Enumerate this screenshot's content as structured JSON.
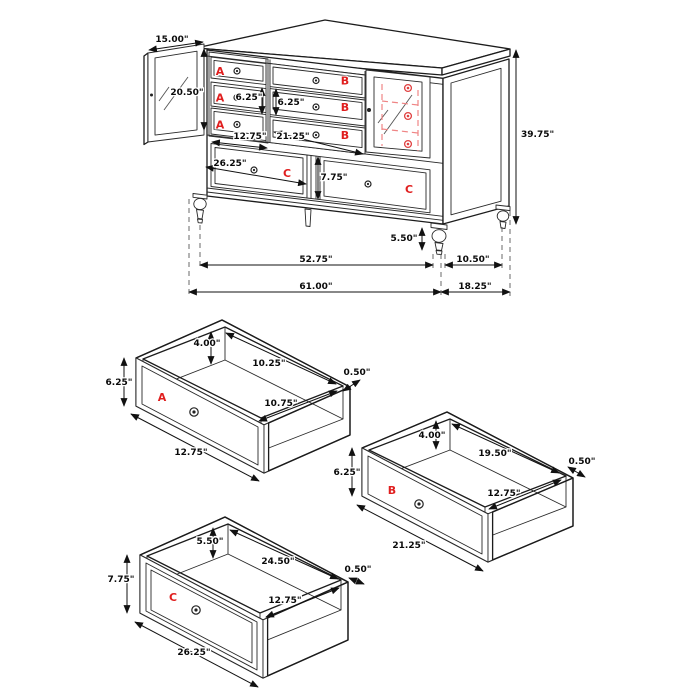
{
  "diagram": {
    "accent_red": "#e01f1f",
    "dash_red": "#ef8585",
    "line_color": "#1c1c1c",
    "background": "#ffffff"
  },
  "sections": {
    "a": "A",
    "b": "B",
    "c": "C"
  },
  "dresser": {
    "door_width": "15.00\"",
    "door_height": "20.50\"",
    "left_drawer_height": "6.25\"",
    "center_drawer_height": "6.25\"",
    "left_drawer_width": "12.75\"",
    "center_drawer_width": "21.25\"",
    "bottom_left_drawer_width": "26.25\"",
    "bottom_drawer_height": "7.75\"",
    "overall_height": "39.75\"",
    "leg_height": "5.50\"",
    "front_leg_span": "52.75\"",
    "side_leg_span": "10.50\"",
    "overall_width": "61.00\"",
    "overall_depth": "18.25\""
  },
  "drawers": {
    "a": {
      "label": "A",
      "interior_depth": "4.00\"",
      "interior_top_length": "10.25\"",
      "wall_thickness": "0.50\"",
      "front_height": "6.25\"",
      "interior_bottom_length": "10.75\"",
      "front_width": "12.75\""
    },
    "b": {
      "label": "B",
      "interior_depth": "4.00\"",
      "interior_top_length": "19.50\"",
      "wall_thickness": "0.50\"",
      "front_height": "6.25\"",
      "interior_bottom_length": "12.75\"",
      "front_width": "21.25\""
    },
    "c": {
      "label": "C",
      "interior_depth": "5.50\"",
      "interior_top_length": "24.50\"",
      "wall_thickness": "0.50\"",
      "front_height": "7.75\"",
      "interior_bottom_length": "12.75\"",
      "front_width": "26.25\""
    }
  }
}
